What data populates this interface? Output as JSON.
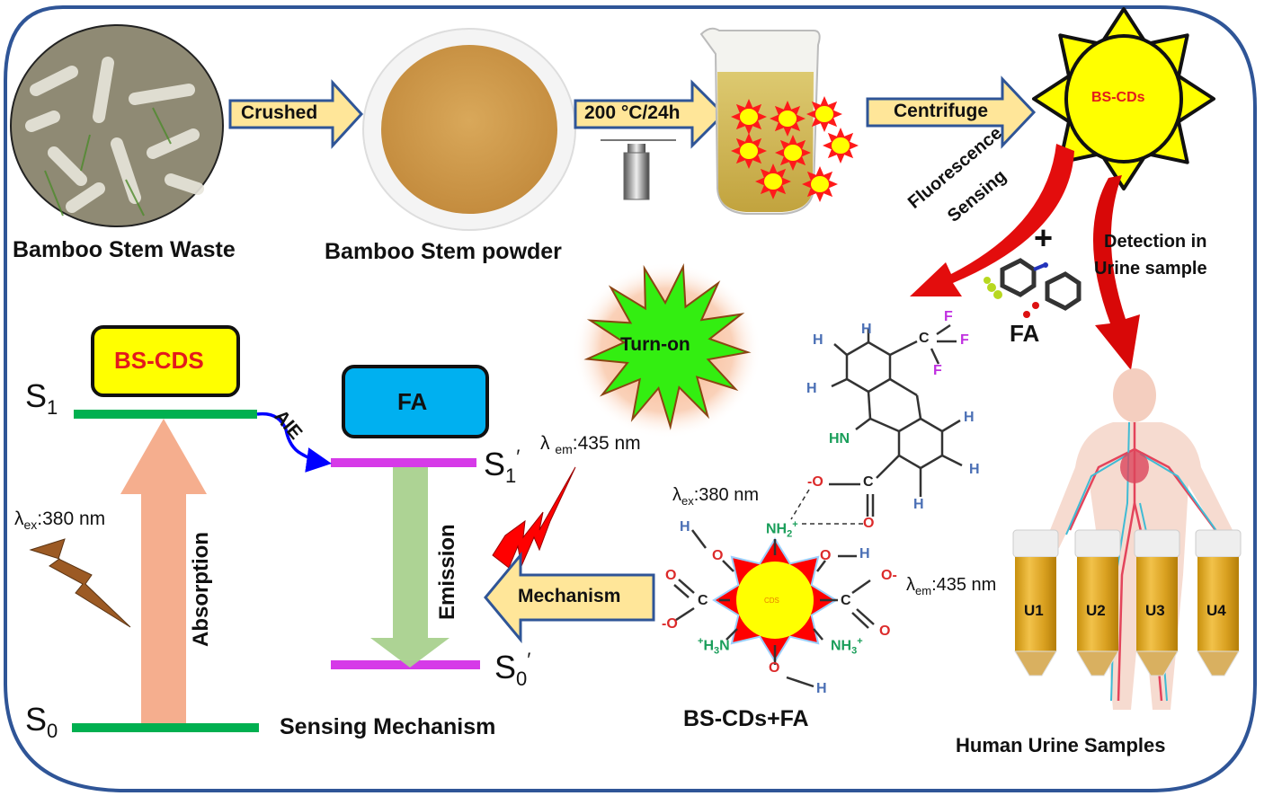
{
  "figure": {
    "title": "BS-CDs fluorescence sensing graphical abstract",
    "colors": {
      "frame": "#2f5597",
      "process_arrow_fill": "#ffe699",
      "process_arrow_stroke": "#2f5597",
      "sun_yellow": "#ffff00",
      "label_red": "#e31a1c",
      "s_level_green": "#00b050",
      "s_level_magenta": "#d63ae8",
      "absorption_arrow": "#f4a582",
      "emission_arrow": "#a9d18e",
      "fa_box": "#00b0f0",
      "aie_arrow": "#0000ff",
      "turnon_green": "#33ee11",
      "hydrogen_blue": "#4a6fb5",
      "oxygen_red": "#dc2a2a",
      "nitrogen_green": "#1a9e5a",
      "fluorine_magenta": "#c030e0"
    }
  },
  "synthesis": {
    "step1_label": "Bamboo Stem Waste",
    "arrow1_label": "Crushed",
    "step2_label": "Bamboo Stem powder",
    "arrow2_label": "200 °C/24h",
    "arrow3_label": "Centrifuge",
    "product_label": "BS-CDs"
  },
  "sensing": {
    "fluorescence_label_line1": "Fluorescence",
    "fluorescence_label_line2": "Sensing",
    "detection_label_line1": "Detection in",
    "detection_label_line2": "Urine sample",
    "plus_sign": "+",
    "analyte_label": "FA",
    "turn_on_label": "Turn-on"
  },
  "jablonski": {
    "donor_box": "BS-CDS",
    "acceptor_box": "FA",
    "s1_label": "S",
    "s1_sub": "1",
    "s0_label": "S",
    "s0_sub": "0",
    "s1p_label": "S",
    "s1p_sub": "1",
    "s0p_label": "S",
    "s0p_sub": "0",
    "prime": "′",
    "aie_label": "AIE",
    "absorption_label": "Absorption",
    "emission_label": "Emission",
    "ex_lambda": "λ",
    "ex_sub": "ex",
    "ex_value": ":380 nm",
    "em_lambda": "λ ",
    "em_sub": "em",
    "em_value": ":435 nm",
    "caption": "Sensing Mechanism",
    "mechanism_arrow_label": "Mechanism"
  },
  "complex": {
    "ex_lambda": "λ",
    "ex_sub": "ex",
    "ex_value": ":380 nm",
    "em_lambda": "λ",
    "em_sub": "em",
    "em_value": ":435 nm",
    "core_label": "CDS",
    "caption": "BS-CDs+FA",
    "atoms": {
      "H": "H",
      "F": "F",
      "C": "C",
      "O": "O",
      "HN": "HN",
      "NH2": "NH",
      "NH3": "NH",
      "H3N": "H",
      "minus": "-",
      "plus": "+",
      "sub2": "2",
      "sub3": "3",
      "N": "N"
    }
  },
  "urine": {
    "samples": [
      "U1",
      "U2",
      "U3",
      "U4"
    ],
    "caption": "Human Urine Samples"
  }
}
